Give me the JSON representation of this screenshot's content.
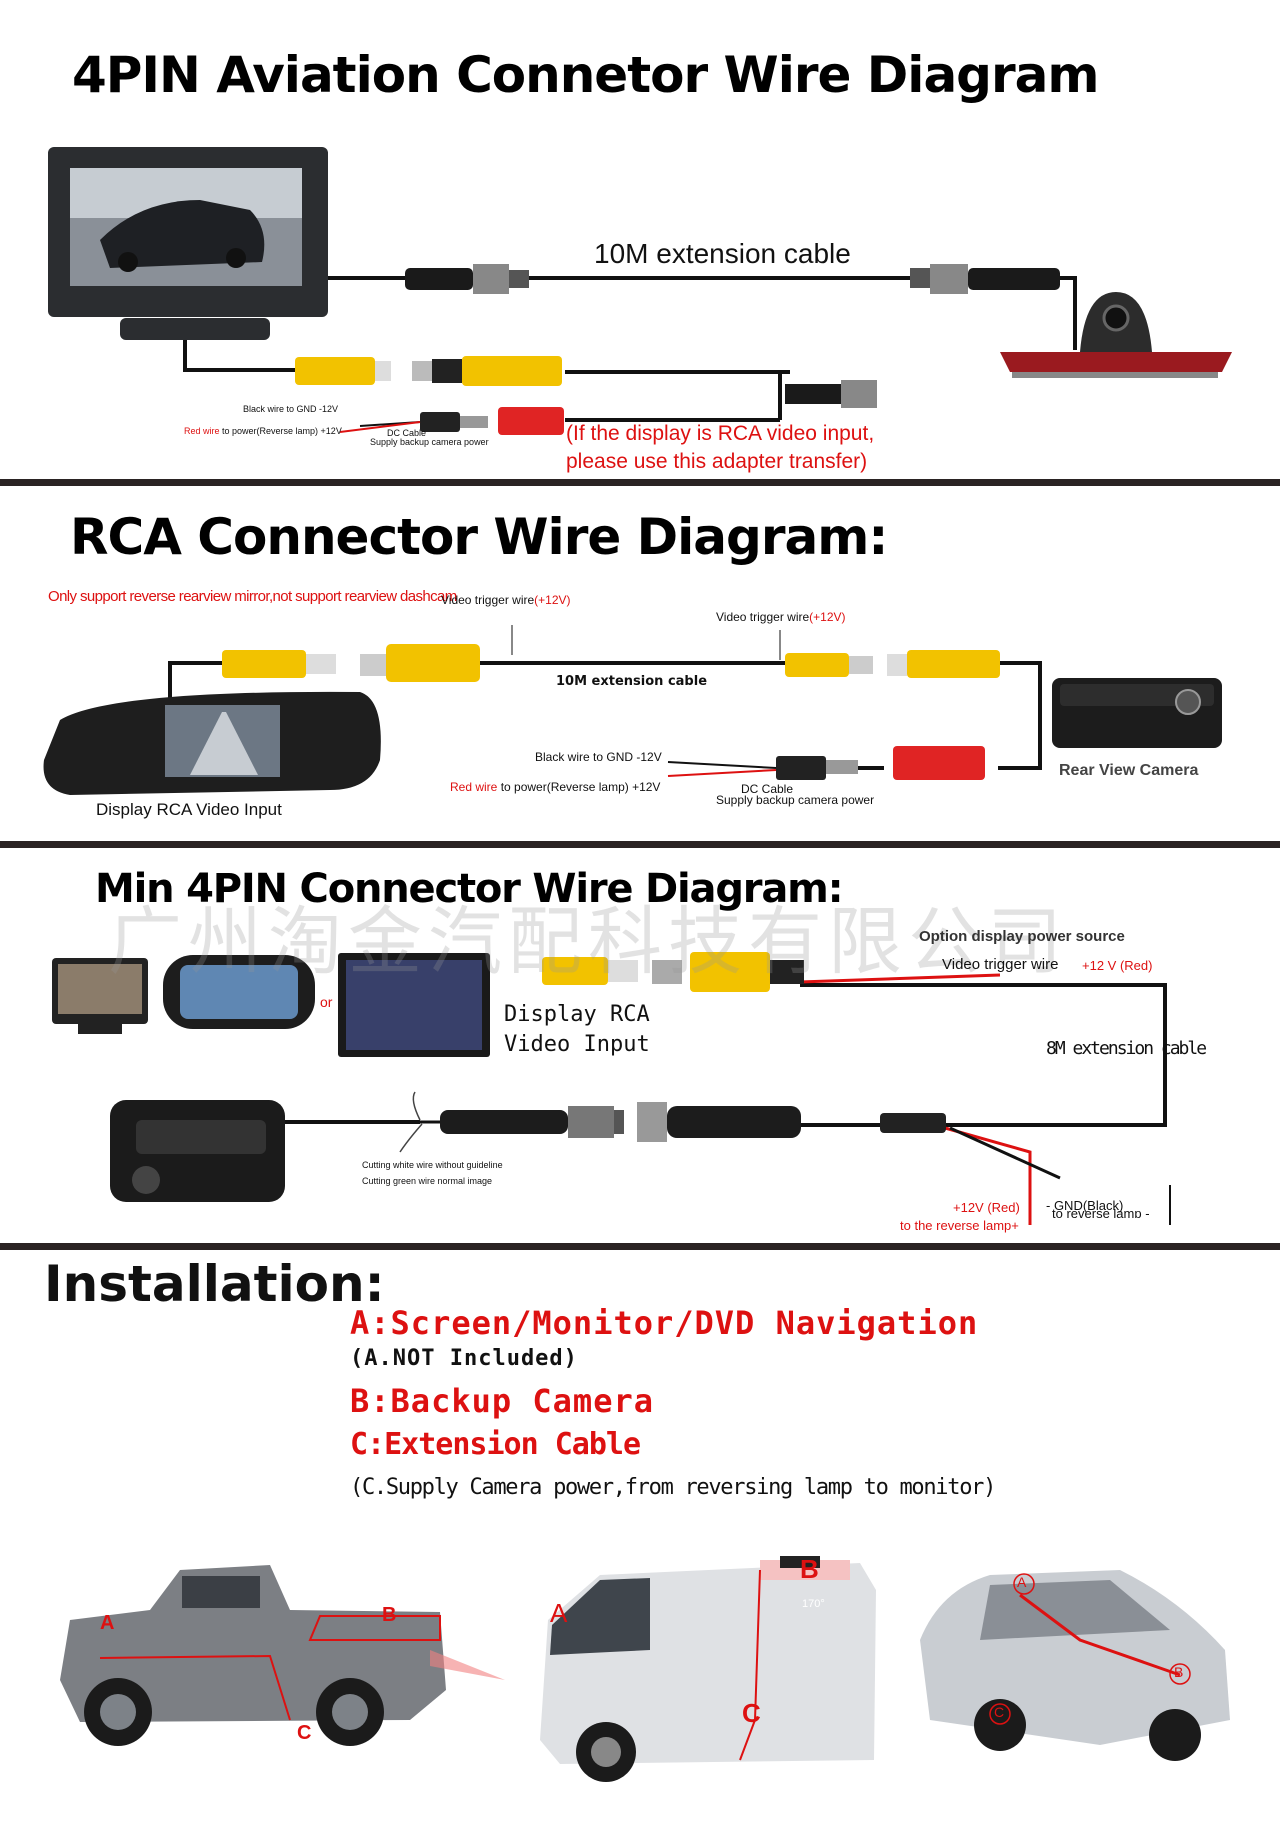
{
  "section1": {
    "title": "4PIN Aviation Connetor Wire Diagram",
    "cable_label": "10M extension cable",
    "black_wire": "Black wire to GND -12V",
    "red_wire_prefix": "Red wire",
    "red_wire_suffix": " to power(Reverse lamp) +12V",
    "dc_cable": "DC Cable",
    "dc_supply": "Supply backup camera power",
    "note_line1": "(If the display is RCA video input,",
    "note_line2": "please use this adapter transfer)"
  },
  "section2": {
    "title": "RCA Connector Wire Diagram:",
    "support_note": "Only support reverse rearview mirror,not support rearview dashcam",
    "trigger_prefix": "Video trigger wire",
    "trigger_value": "(+12V)",
    "cable_label": "10M extension cable",
    "black_wire": "Black wire to GND -12V",
    "red_wire_prefix": "Red wire",
    "red_wire_suffix": " to power(Reverse lamp) +12V",
    "dc_cable": "DC Cable",
    "dc_supply": "Supply backup camera power",
    "display_label": "Display RCA Video Input",
    "camera_label": "Rear View Camera"
  },
  "section3": {
    "title": "Min 4PIN Connector Wire Diagram:",
    "watermark": "广州淘金汽配科技有限公司",
    "or": "or",
    "display_line1": "Display RCA",
    "display_line2": "Video Input",
    "option_power": "Option display power source",
    "trigger_wire": "Video trigger wire",
    "trigger_value": "+12 V (Red)",
    "cable_label": "8M extension cable",
    "cut_white": "Cutting white wire without guideline",
    "cut_green": "Cutting green wire normal image",
    "plus12": "+12V (Red)",
    "to_lamp": "to the reverse lamp+",
    "gnd": "- GND(Black)",
    "rev_lamp_minus": "to reverse lamp -"
  },
  "installation": {
    "title": "Installation:",
    "a": "A:Screen/Monitor/DVD Navigation",
    "a_note": "(A.NOT Included)",
    "b": "B:Backup Camera",
    "c": "C:Extension Cable",
    "c_note": "(C.Supply Camera power,from reversing lamp to monitor)"
  },
  "vehicle_labels": {
    "a": "A",
    "b": "B",
    "c": "C",
    "angle": "170°"
  },
  "colors": {
    "red": "#d11111",
    "yellow": "#f2c200",
    "separator": "#2a2323"
  }
}
